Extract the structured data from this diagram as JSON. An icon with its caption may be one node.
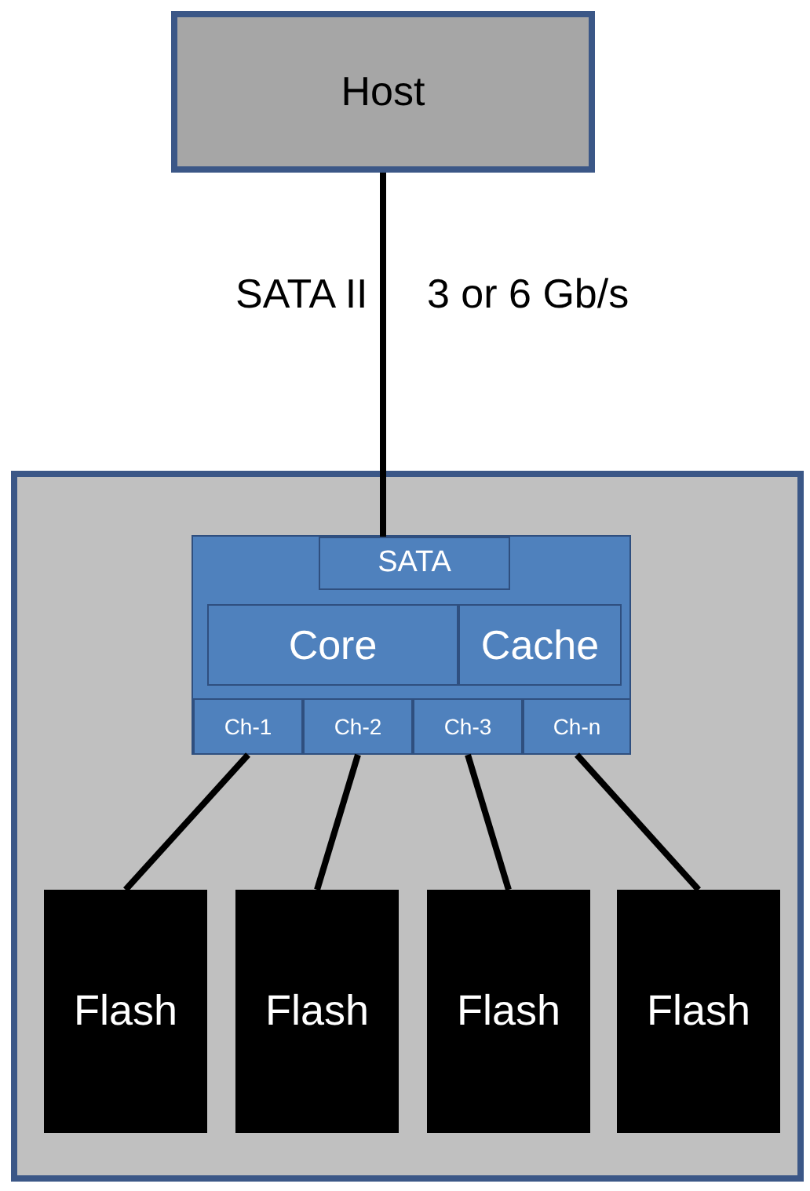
{
  "diagram": {
    "nodes": [
      {
        "text": [
          "Host"
        ]
      },
      {
        "text": [],
        "shape": "box"
      },
      {
        "text": [],
        "shape": "box",
        "in": 1
      },
      {
        "text": [
          "SATA"
        ],
        "in": 2
      },
      {
        "text": [
          "Core"
        ],
        "in": 2
      },
      {
        "text": [
          "Cache"
        ],
        "in": 2
      },
      {
        "text": [
          "Ch-1"
        ],
        "in": 2
      },
      {
        "text": [
          "Ch-2"
        ],
        "in": 2
      },
      {
        "text": [
          "Ch-3"
        ],
        "in": 2
      },
      {
        "text": [
          "Ch-n"
        ],
        "in": 2
      },
      {
        "text": [
          "Flash"
        ],
        "in": 1
      },
      {
        "text": [
          "Flash"
        ],
        "in": 1
      },
      {
        "text": [
          "Flash"
        ],
        "in": 1
      },
      {
        "text": [
          "Flash"
        ],
        "in": 1
      }
    ],
    "edges": [
      {
        "from": 0,
        "to": 3,
        "arrow": "none"
      },
      {
        "from": 6,
        "to": 10,
        "arrow": "none"
      },
      {
        "from": 7,
        "to": 11,
        "arrow": "none"
      },
      {
        "from": 8,
        "to": 12,
        "arrow": "none"
      },
      {
        "from": 9,
        "to": 13,
        "arrow": "none"
      }
    ],
    "labels": [
      "SATA II",
      "3 or 6 Gb/s"
    ]
  }
}
